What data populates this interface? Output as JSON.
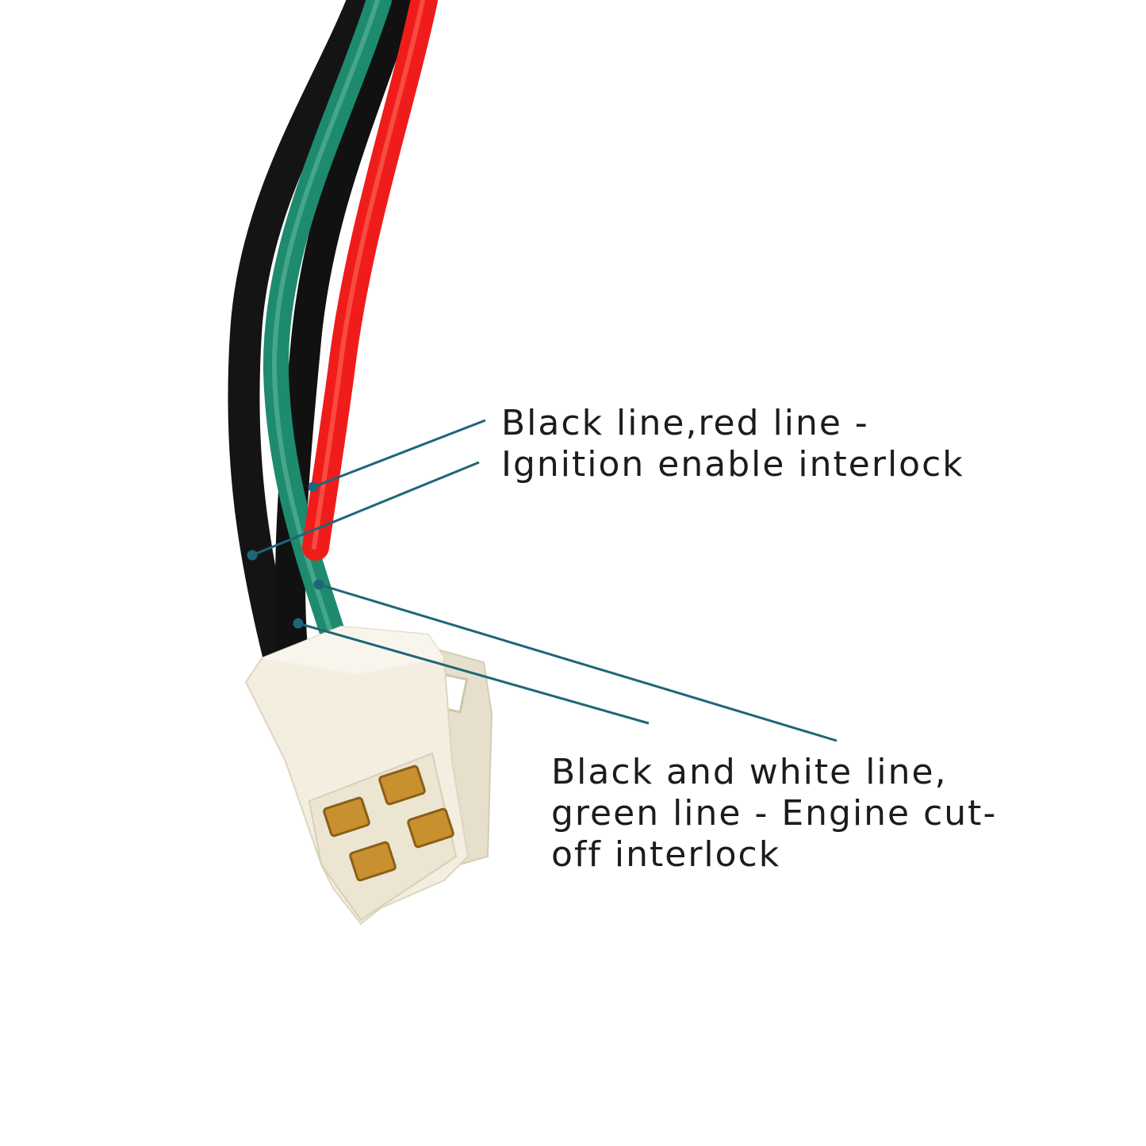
{
  "colors": {
    "background": "#ffffff",
    "wire_black": "#141414",
    "wire_red": "#f01c1c",
    "wire_green": "#1e8a6e",
    "connector_body": "#f3eee0",
    "terminal_brass": "#c8902e",
    "leader_line": "#1e6677",
    "text": "#1c1c1c"
  },
  "callouts": {
    "top": {
      "line1": "Black line,red line -",
      "line2": "Ignition enable interlock"
    },
    "bottom": {
      "line1": "Black and white line,",
      "line2": "green line - Engine cut-",
      "line3": "off interlock"
    }
  }
}
